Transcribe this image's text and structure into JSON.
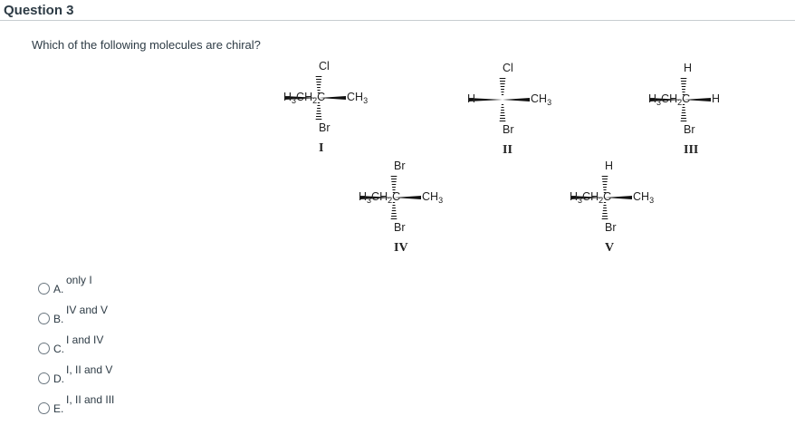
{
  "question": {
    "title": "Question 3",
    "text": "Which of the following molecules are chiral?"
  },
  "molecules": [
    {
      "roman": "I",
      "top": "Cl",
      "bottom": "Br",
      "left": "H3CH2C",
      "right": "CH3"
    },
    {
      "roman": "II",
      "top": "Cl",
      "bottom": "Br",
      "left": "H",
      "right": "CH3"
    },
    {
      "roman": "III",
      "top": "H",
      "bottom": "Br",
      "left": "H3CH2C",
      "right": "H"
    },
    {
      "roman": "IV",
      "top": "Br",
      "bottom": "Br",
      "left": "H3CH2C",
      "right": "CH3"
    },
    {
      "roman": "V",
      "top": "H",
      "bottom": "Br",
      "left": "H3CH2C",
      "right": "CH3"
    }
  ],
  "answers": [
    {
      "letter": "A.",
      "text": "only I"
    },
    {
      "letter": "B.",
      "text": "IV and V"
    },
    {
      "letter": "C.",
      "text": "I and IV"
    },
    {
      "letter": "D.",
      "text": "I, II and V"
    },
    {
      "letter": "E.",
      "text": "I, II and III"
    }
  ]
}
